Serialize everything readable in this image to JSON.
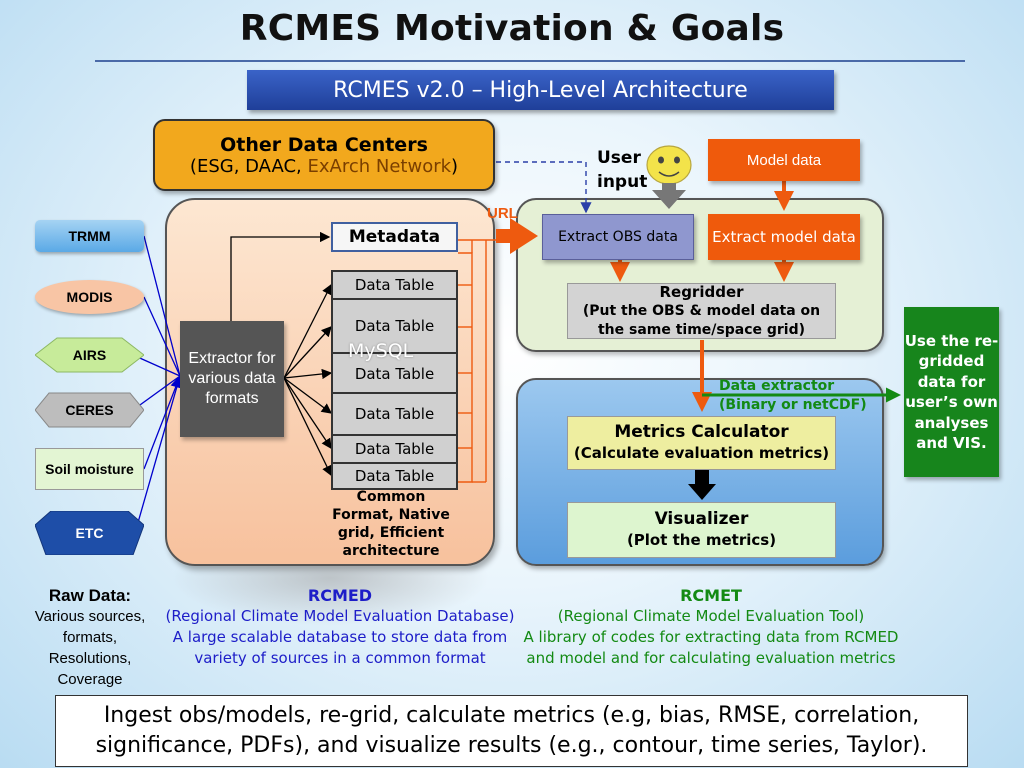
{
  "title": "RCMES Motivation & Goals",
  "subtitle": "RCMES v2.0 – High-Level Architecture",
  "other_data_centers": {
    "title": "Other Data Centers",
    "open": "(ESG, DAAC, ",
    "exarch": "ExArch Network",
    "close": ")"
  },
  "sources": [
    "TRMM",
    "MODIS",
    "AIRS",
    "CERES",
    "Soil moisture",
    "ETC"
  ],
  "extractor": "Extractor for various data formats",
  "metadata": "Metadata",
  "data_tables": [
    "Data Table",
    "Data Table",
    "Data Table",
    "Data Table",
    "Data Table",
    "Data Table"
  ],
  "mysql": "MySQL",
  "common_format": "Common Format, Native grid, Efficient architecture",
  "url": "URL",
  "user_input": {
    "line1": "User",
    "line2": "input"
  },
  "model_data": "Model data",
  "extract_obs": "Extract OBS data",
  "extract_model": "Extract model data",
  "regridder": {
    "title": "Regridder",
    "line1": "(Put the OBS & model data on",
    "line2": "the same time/space grid)"
  },
  "data_extractor": {
    "line1": "Data extractor",
    "line2": "(Binary or netCDF)"
  },
  "use_regridded": "Use the re-gridded data for user’s own analyses and VIS.",
  "metrics": {
    "title": "Metrics Calculator",
    "desc": "(Calculate evaluation metrics)"
  },
  "visualizer": {
    "title": "Visualizer",
    "desc": "(Plot the metrics)"
  },
  "raw_data": {
    "title": "Raw Data:",
    "desc": "Various sources, formats, Resolutions, Coverage"
  },
  "rcmed": {
    "title": "RCMED",
    "expansion": "(Regional Climate Model Evaluation Database)",
    "desc": "A large scalable database to store data from variety of sources in a common format"
  },
  "rcmet": {
    "title": "RCMET",
    "expansion": "(Regional Climate Model Evaluation Tool)",
    "desc": "A library of codes for extracting data from RCMED and model and for calculating evaluation metrics"
  },
  "summary": "Ingest obs/models, re-grid, calculate metrics (e.g, bias, RMSE, correlation, significance, PDFs), and visualize results (e.g., contour, time series, Taylor).",
  "colors": {
    "subtitle_bar": "#2a4fb0",
    "other_data_centers": "#f2a81d",
    "model_data": "#ef5a0c",
    "flow_arrow": "#ee5a0f",
    "rcmed_text": "#1d1dc8",
    "rcmet_text": "#138a13",
    "green_box": "#17851c"
  }
}
